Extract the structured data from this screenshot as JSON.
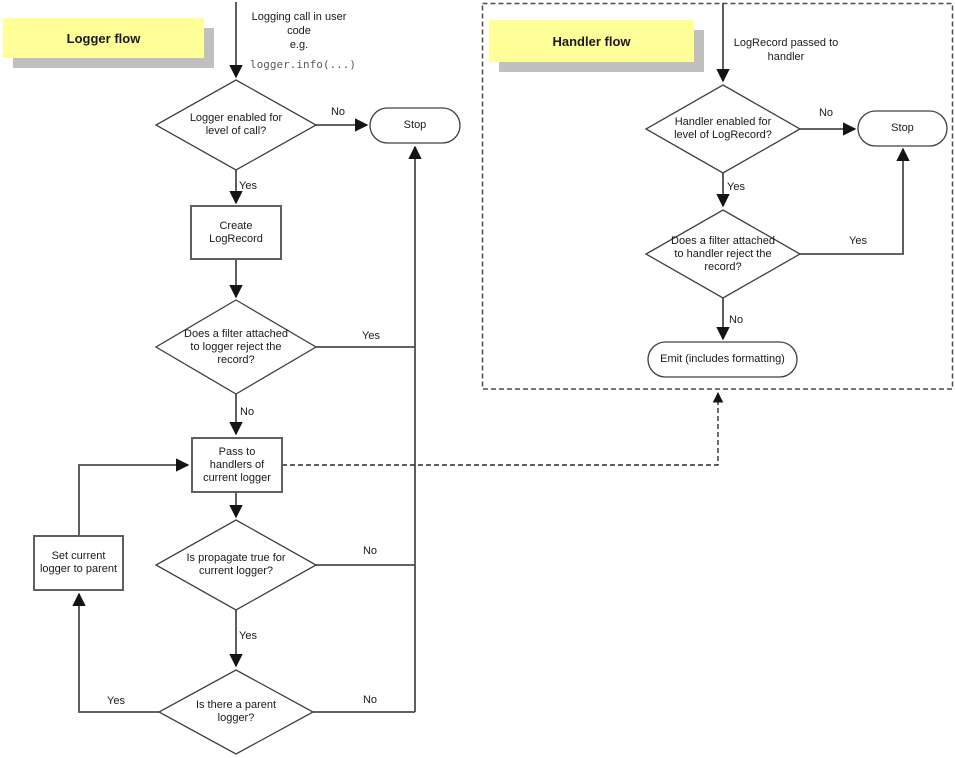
{
  "logger": {
    "title": "Logger flow",
    "start_note": "Logging call in user\ncode\ne.g.",
    "start_code": "logger.info(...)",
    "nodes": {
      "enabled_q": "Logger enabled for\nlevel of call?",
      "stop": "Stop",
      "create": "Create\nLogRecord",
      "filter_q": "Does a filter attached\nto logger reject the\nrecord?",
      "pass": "Pass to\nhandlers of\ncurrent logger",
      "propagate_q": "Is propagate true for\ncurrent logger?",
      "parent_q": "Is there a parent\nlogger?",
      "set_parent": "Set current\nlogger to parent"
    },
    "edges": {
      "enabled_no": "No",
      "enabled_yes": "Yes",
      "filter_yes": "Yes",
      "filter_no": "No",
      "propagate_no": "No",
      "propagate_yes": "Yes",
      "parent_yes": "Yes",
      "parent_no": "No"
    }
  },
  "handler": {
    "title": "Handler flow",
    "start_note": "LogRecord passed to\nhandler",
    "nodes": {
      "enabled_q": "Handler enabled for\nlevel of LogRecord?",
      "stop": "Stop",
      "filter_q": "Does a filter attached\nto handler reject the\nrecord?",
      "emit": "Emit (includes formatting)"
    },
    "edges": {
      "enabled_no": "No",
      "enabled_yes": "Yes",
      "filter_yes": "Yes",
      "filter_no": "No"
    }
  },
  "colors": {
    "flow_label_bg": "#FFFF99",
    "flow_label_shadow": "#C0C0C0",
    "line": "#4D4D4D",
    "text": "#1A1A1A"
  }
}
